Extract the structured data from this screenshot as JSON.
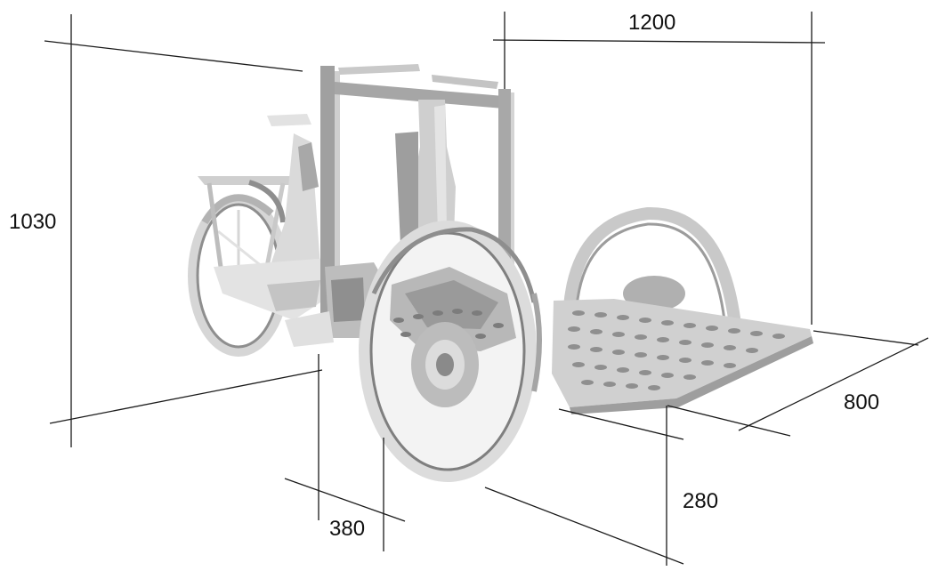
{
  "dimensions": {
    "overall_length": "1200",
    "height": "1030",
    "platform_depth": "800",
    "platform_height": "280",
    "wheel_width": "380"
  },
  "colors": {
    "line": "#1a1a1a",
    "frame_dark": "#8e8e8e",
    "frame_mid": "#b3b3b3",
    "frame_light": "#d6d6d6",
    "frame_pale": "#e9e9e9"
  }
}
